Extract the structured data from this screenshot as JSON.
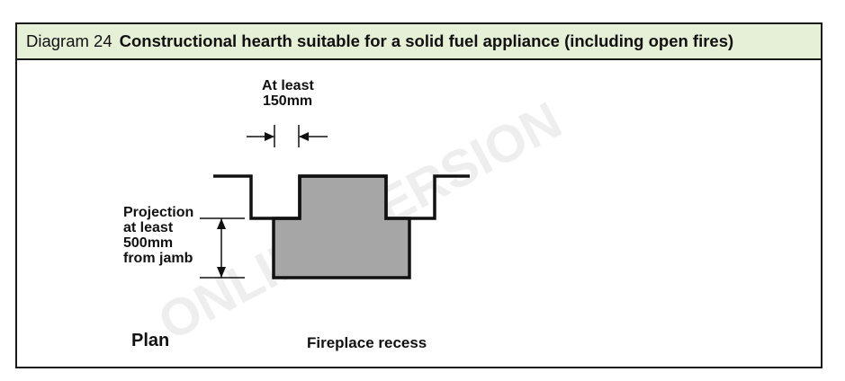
{
  "figure": {
    "number": "Diagram 24",
    "title": "Constructional hearth suitable for a solid fuel appliance (including open fires)"
  },
  "labels": {
    "width_line1": "At least",
    "width_line2": "150mm",
    "projection_line1": "Projection",
    "projection_line2": "at least",
    "projection_line3": "500mm",
    "projection_line4": "from jamb",
    "plan": "Plan",
    "recess": "Fireplace recess"
  },
  "watermark": "ONLINE VERSION",
  "colors": {
    "title_bg": "#e6f0d6",
    "hearth_fill": "#a6a6a6",
    "line": "#111111",
    "watermark": "#eeeeee"
  }
}
